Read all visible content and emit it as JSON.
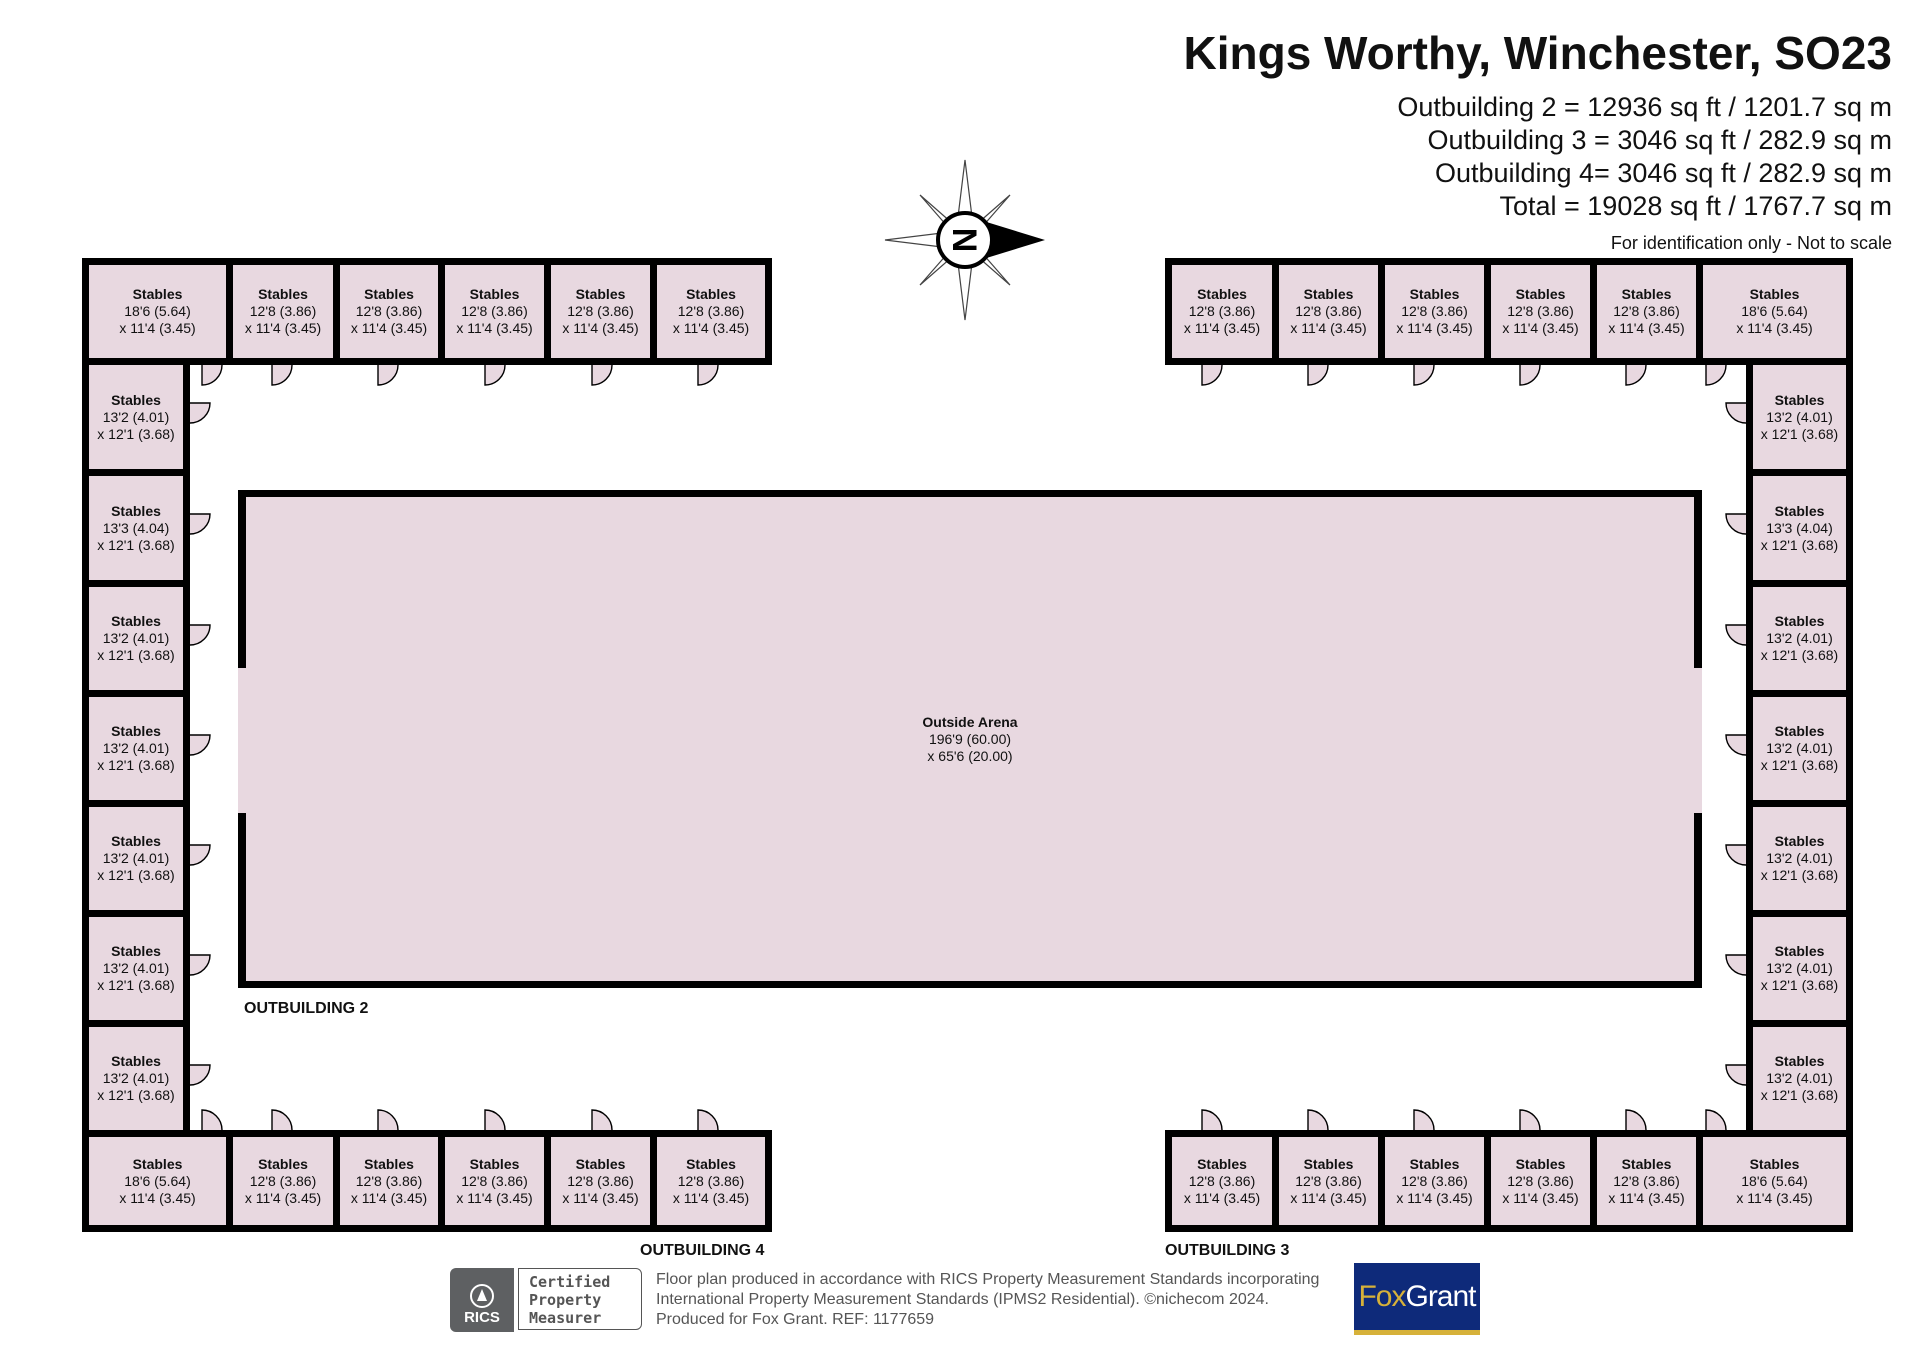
{
  "header": {
    "title": "Kings Worthy, Winchester, SO23",
    "areas": [
      "Outbuilding 2 = 12936 sq ft / 1201.7 sq m",
      "Outbuilding 3 = 3046 sq ft / 282.9 sq m",
      "Outbuilding 4= 3046 sq ft / 282.9 sq m",
      "Total = 19028 sq ft / 1767.7 sq m"
    ],
    "disclaimer": "For identification only - Not to scale"
  },
  "compass": {
    "letter": "N"
  },
  "arena": {
    "name": "Outside Arena",
    "dim1": "196'9 (60.00)",
    "dim2": "x 65'6 (20.00)"
  },
  "labels": {
    "outbuilding2": "OUTBUILDING 2",
    "outbuilding3": "OUTBUILDING 3",
    "outbuilding4": "OUTBUILDING 4"
  },
  "rooms": {
    "top_left": [
      {
        "name": "Stables",
        "dim1": "18'6 (5.64)",
        "dim2": "x 11'4 (3.45)"
      },
      {
        "name": "Stables",
        "dim1": "12'8 (3.86)",
        "dim2": "x 11'4 (3.45)"
      },
      {
        "name": "Stables",
        "dim1": "12'8 (3.86)",
        "dim2": "x 11'4 (3.45)"
      },
      {
        "name": "Stables",
        "dim1": "12'8 (3.86)",
        "dim2": "x 11'4 (3.45)"
      },
      {
        "name": "Stables",
        "dim1": "12'8 (3.86)",
        "dim2": "x 11'4 (3.45)"
      },
      {
        "name": "Stables",
        "dim1": "12'8 (3.86)",
        "dim2": "x 11'4 (3.45)"
      }
    ],
    "top_right": [
      {
        "name": "Stables",
        "dim1": "12'8 (3.86)",
        "dim2": "x 11'4 (3.45)"
      },
      {
        "name": "Stables",
        "dim1": "12'8 (3.86)",
        "dim2": "x 11'4 (3.45)"
      },
      {
        "name": "Stables",
        "dim1": "12'8 (3.86)",
        "dim2": "x 11'4 (3.45)"
      },
      {
        "name": "Stables",
        "dim1": "12'8 (3.86)",
        "dim2": "x 11'4 (3.45)"
      },
      {
        "name": "Stables",
        "dim1": "12'8 (3.86)",
        "dim2": "x 11'4 (3.45)"
      },
      {
        "name": "Stables",
        "dim1": "18'6 (5.64)",
        "dim2": "x 11'4 (3.45)"
      }
    ],
    "left_col": [
      {
        "name": "Stables",
        "dim1": "13'2 (4.01)",
        "dim2": "x 12'1 (3.68)"
      },
      {
        "name": "Stables",
        "dim1": "13'3 (4.04)",
        "dim2": "x 12'1 (3.68)"
      },
      {
        "name": "Stables",
        "dim1": "13'2 (4.01)",
        "dim2": "x 12'1 (3.68)"
      },
      {
        "name": "Stables",
        "dim1": "13'2 (4.01)",
        "dim2": "x 12'1 (3.68)"
      },
      {
        "name": "Stables",
        "dim1": "13'2 (4.01)",
        "dim2": "x 12'1 (3.68)"
      },
      {
        "name": "Stables",
        "dim1": "13'2 (4.01)",
        "dim2": "x 12'1 (3.68)"
      },
      {
        "name": "Stables",
        "dim1": "13'2 (4.01)",
        "dim2": "x 12'1 (3.68)"
      }
    ],
    "right_col": [
      {
        "name": "Stables",
        "dim1": "13'2 (4.01)",
        "dim2": "x 12'1 (3.68)"
      },
      {
        "name": "Stables",
        "dim1": "13'3 (4.04)",
        "dim2": "x 12'1 (3.68)"
      },
      {
        "name": "Stables",
        "dim1": "13'2 (4.01)",
        "dim2": "x 12'1 (3.68)"
      },
      {
        "name": "Stables",
        "dim1": "13'2 (4.01)",
        "dim2": "x 12'1 (3.68)"
      },
      {
        "name": "Stables",
        "dim1": "13'2 (4.01)",
        "dim2": "x 12'1 (3.68)"
      },
      {
        "name": "Stables",
        "dim1": "13'2 (4.01)",
        "dim2": "x 12'1 (3.68)"
      },
      {
        "name": "Stables",
        "dim1": "13'2 (4.01)",
        "dim2": "x 12'1 (3.68)"
      }
    ],
    "bottom_left": [
      {
        "name": "Stables",
        "dim1": "18'6 (5.64)",
        "dim2": "x 11'4 (3.45)"
      },
      {
        "name": "Stables",
        "dim1": "12'8 (3.86)",
        "dim2": "x 11'4 (3.45)"
      },
      {
        "name": "Stables",
        "dim1": "12'8 (3.86)",
        "dim2": "x 11'4 (3.45)"
      },
      {
        "name": "Stables",
        "dim1": "12'8 (3.86)",
        "dim2": "x 11'4 (3.45)"
      },
      {
        "name": "Stables",
        "dim1": "12'8 (3.86)",
        "dim2": "x 11'4 (3.45)"
      },
      {
        "name": "Stables",
        "dim1": "12'8 (3.86)",
        "dim2": "x 11'4 (3.45)"
      }
    ],
    "bottom_right": [
      {
        "name": "Stables",
        "dim1": "12'8 (3.86)",
        "dim2": "x 11'4 (3.45)"
      },
      {
        "name": "Stables",
        "dim1": "12'8 (3.86)",
        "dim2": "x 11'4 (3.45)"
      },
      {
        "name": "Stables",
        "dim1": "12'8 (3.86)",
        "dim2": "x 11'4 (3.45)"
      },
      {
        "name": "Stables",
        "dim1": "12'8 (3.86)",
        "dim2": "x 11'4 (3.45)"
      },
      {
        "name": "Stables",
        "dim1": "12'8 (3.86)",
        "dim2": "x 11'4 (3.45)"
      },
      {
        "name": "Stables",
        "dim1": "18'6 (5.64)",
        "dim2": "x 11'4 (3.45)"
      }
    ]
  },
  "footer": {
    "lines": [
      "Floor plan produced in accordance with RICS Property Measurement Standards incorporating",
      "International Property Measurement Standards (IPMS2 Residential).   ©nichecom 2024.",
      "Produced for Fox Grant.    REF: 1177659"
    ],
    "rics_text": "RICS",
    "rics_cert": [
      "Certified",
      "Property",
      "Measurer"
    ],
    "fox_logo": [
      "Fox",
      "Grant"
    ]
  },
  "colors": {
    "room_fill": "#e8d8e0",
    "wall": "#000000",
    "fox_blue": "#0e2a7a",
    "fox_gold": "#d6b13a"
  }
}
